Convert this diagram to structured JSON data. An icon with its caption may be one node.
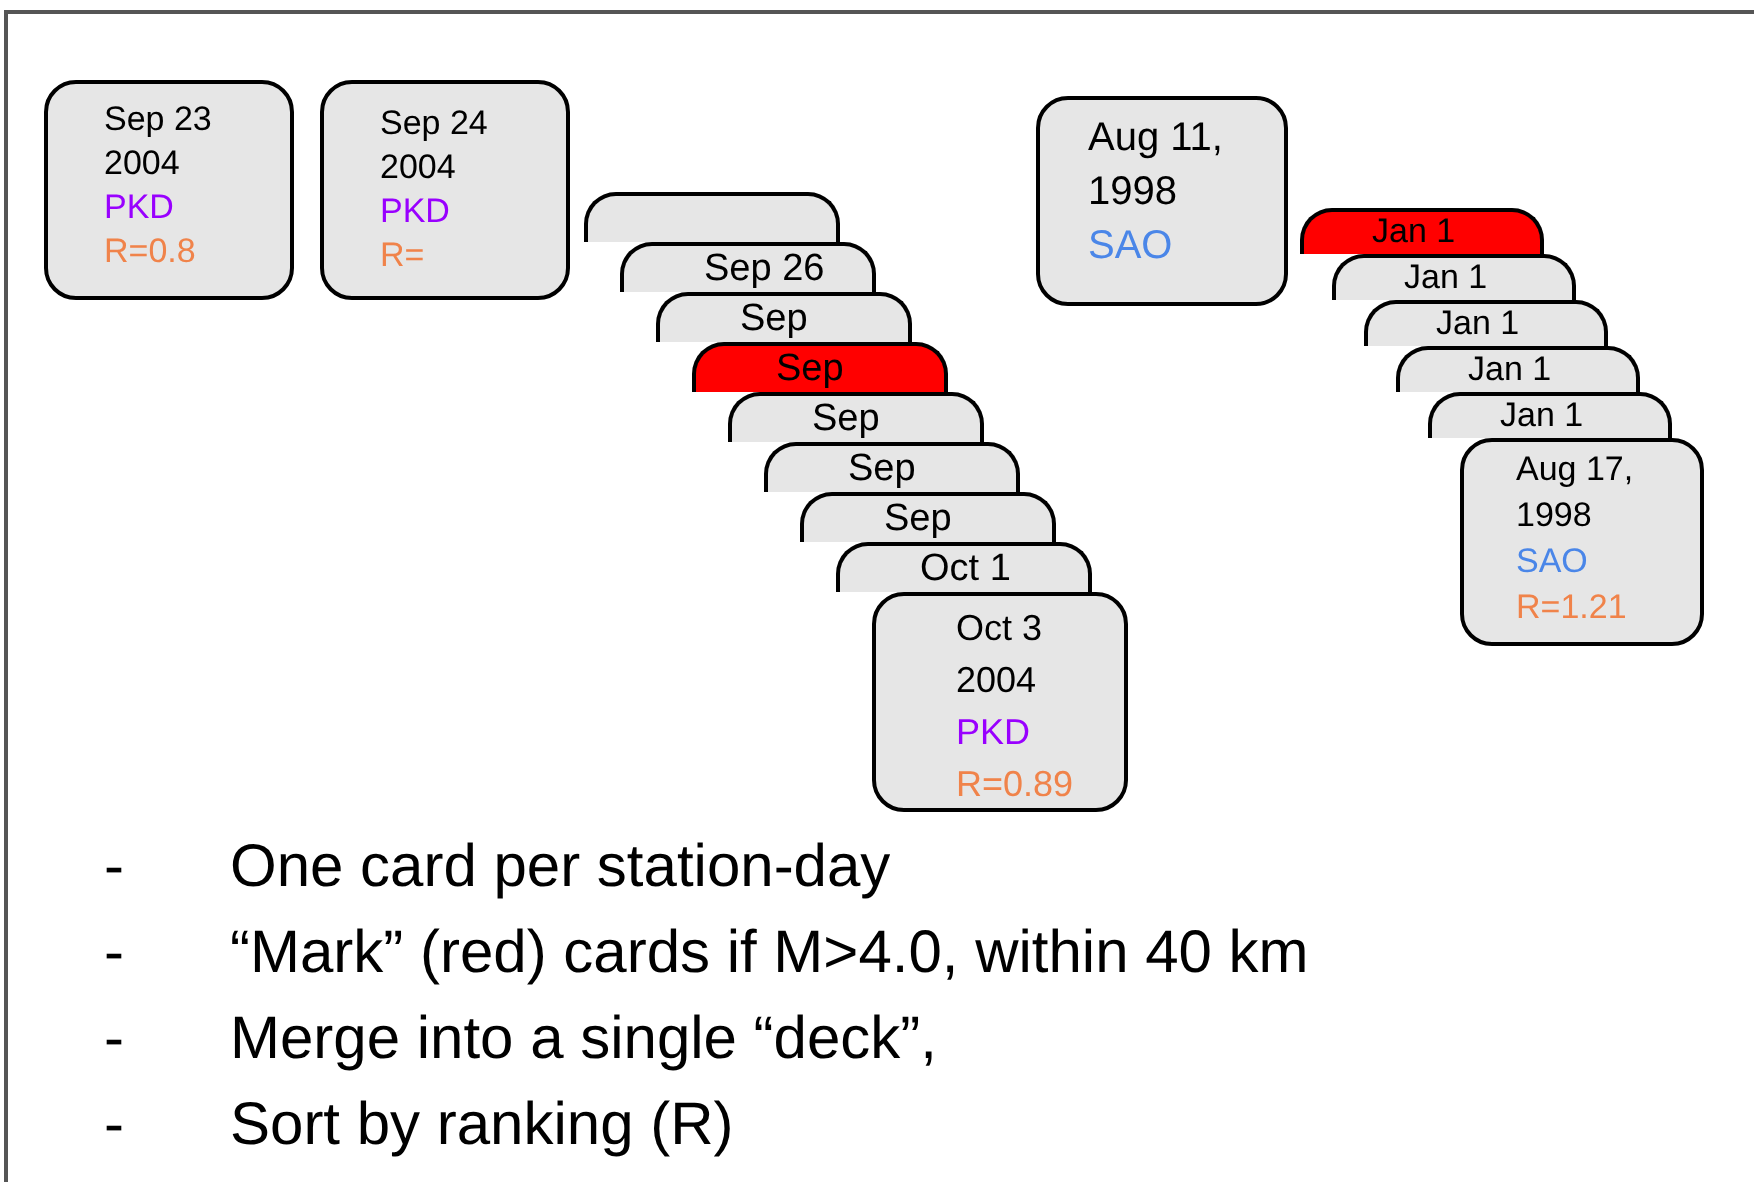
{
  "diagram": {
    "nodes": [
      {
        "text": [
          "Sep 23",
          "2004",
          "PKD",
          "R=0.8"
        ]
      },
      {
        "text": [
          "Sep 24",
          "2004",
          "PKD",
          "R="
        ]
      },
      {
        "text": [],
        "shape": "box"
      },
      {
        "text": [
          "Sep 26"
        ]
      },
      {
        "text": [
          "Sep"
        ]
      },
      {
        "text": [
          "Sep"
        ]
      },
      {
        "text": [
          "Sep"
        ]
      },
      {
        "text": [
          "Sep"
        ]
      },
      {
        "text": [
          "Sep"
        ]
      },
      {
        "text": [
          "Oct 1"
        ]
      },
      {
        "text": [
          "Oct 3",
          "2004",
          "PKD",
          "R=0.89"
        ]
      },
      {
        "text": [
          "Aug 11,",
          "1998",
          "SAO"
        ]
      },
      {
        "text": [
          "Jan 1"
        ]
      },
      {
        "text": [
          "Jan 1"
        ]
      },
      {
        "text": [
          "Jan 1"
        ]
      },
      {
        "text": [
          "Jan 1"
        ]
      },
      {
        "text": [
          "Jan 1"
        ]
      },
      {
        "text": [
          "Aug 17,",
          "1998",
          "SAO",
          "R=1.21"
        ]
      }
    ],
    "labels": [
      "-",
      "One card per station-day",
      "-",
      "“Mark” (red) cards if M>4.0, within 40 km",
      "-",
      "Merge into a single “deck”,",
      "-",
      "Sort by ranking (R)"
    ]
  }
}
